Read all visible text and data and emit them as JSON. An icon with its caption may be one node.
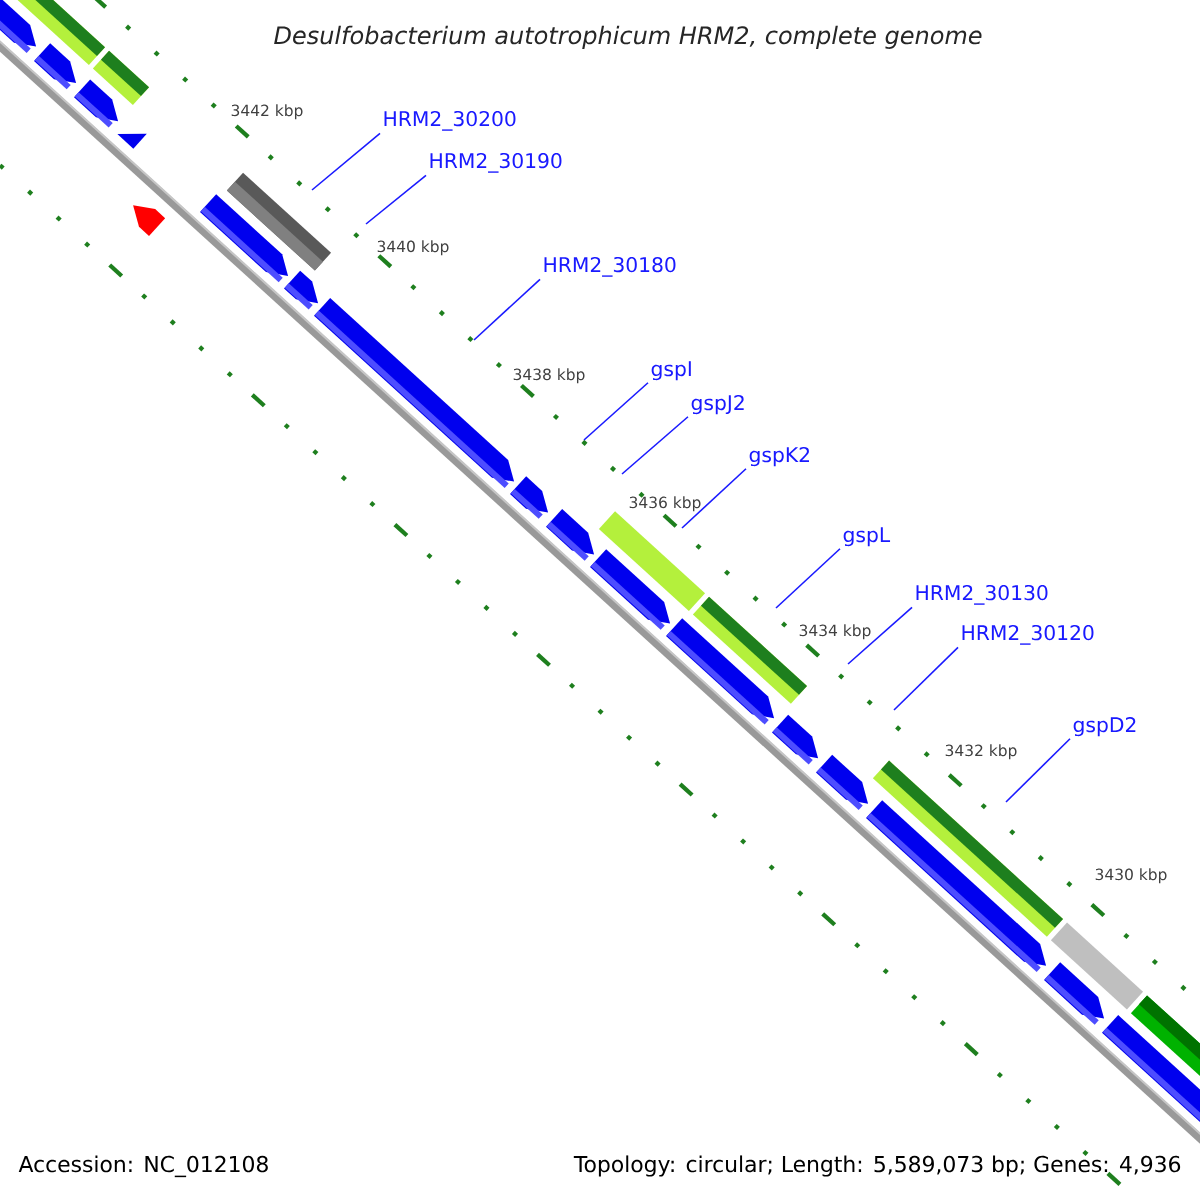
{
  "diagram": {
    "title": "Desulfobacterium autotrophicum HRM2, complete genome",
    "nodes": [
      {
        "text": [
          "HRM2_30200"
        ]
      },
      {
        "text": [
          "HRM2_30190"
        ]
      },
      {
        "text": [
          "HRM2_30180"
        ]
      },
      {
        "text": [
          "gspI"
        ]
      },
      {
        "text": [
          "gspJ2"
        ]
      },
      {
        "text": [
          "gspK2"
        ]
      },
      {
        "text": [
          "gspL"
        ]
      },
      {
        "text": [
          "HRM2_30130"
        ]
      },
      {
        "text": [
          "HRM2_30120"
        ]
      },
      {
        "text": [
          "gspD2"
        ]
      }
    ],
    "edges": [
      {
        "from": 0,
        "to": null,
        "arrow": "none"
      },
      {
        "from": 1,
        "to": null,
        "arrow": "none"
      },
      {
        "from": 2,
        "to": null,
        "arrow": "none"
      },
      {
        "from": 3,
        "to": null,
        "arrow": "none"
      },
      {
        "from": 4,
        "to": null,
        "arrow": "none"
      },
      {
        "from": 5,
        "to": null,
        "arrow": "none"
      },
      {
        "from": 6,
        "to": null,
        "arrow": "none"
      },
      {
        "from": 7,
        "to": null,
        "arrow": "none"
      },
      {
        "from": 8,
        "to": null,
        "arrow": "none"
      },
      {
        "from": 9,
        "to": null,
        "arrow": "none"
      }
    ],
    "labels": [
      "3442 kbp",
      "3440 kbp",
      "3438 kbp",
      "3436 kbp",
      "3434 kbp",
      "3432 kbp",
      "3430 kbp",
      "Accession: NC_012108",
      "Topology: circular; Length: 5,589,073 bp; Genes: 4,936"
    ]
  }
}
